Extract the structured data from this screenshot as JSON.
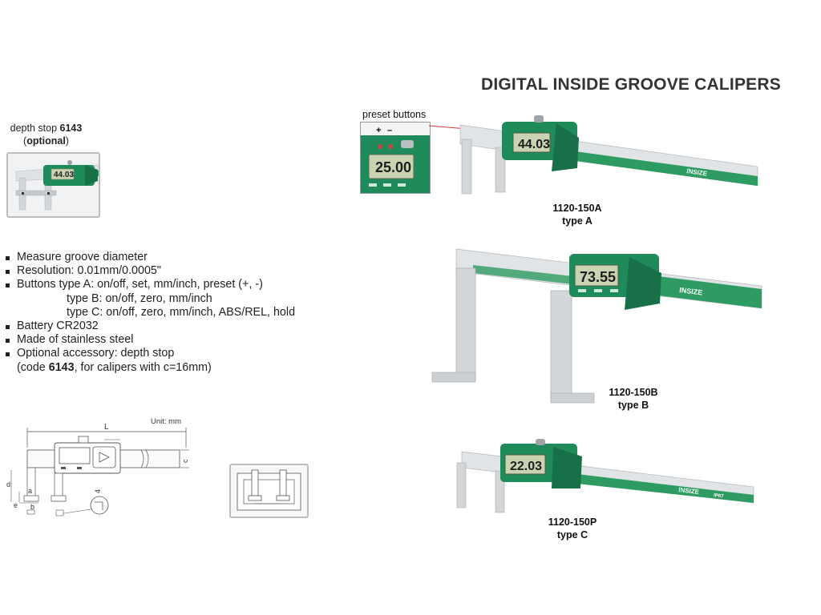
{
  "title": "DIGITAL INSIDE GROOVE CALIPERS",
  "depth_stop": {
    "prefix": "depth stop ",
    "code": "6143",
    "open": "(",
    "optional": "optional",
    "close": ")"
  },
  "preset": {
    "label": "preset buttons",
    "plus": "+",
    "minus": "–",
    "display": "25.00"
  },
  "models": [
    {
      "code": "1120-150A",
      "type": "type A",
      "display": "44.03",
      "brand": "INSIZE"
    },
    {
      "code": "1120-150B",
      "type": "type B",
      "display": "73.55",
      "brand": "INSIZE"
    },
    {
      "code": "1120-150P",
      "type": "type C",
      "display": "22.03",
      "brand": "INSIZE",
      "rating": "IP67"
    }
  ],
  "features": [
    "Measure groove diameter",
    "Resolution: 0.01mm/0.0005\"",
    "Buttons type A: on/off, set, mm/inch, preset (+, -)",
    "type B: on/off, zero, mm/inch",
    "type C: on/off, zero, mm/inch, ABS/REL, hold",
    "Battery CR2032",
    "Made of stainless steel",
    "Optional accessory: depth stop"
  ],
  "accessory_note": {
    "pre": "(code ",
    "code": "6143",
    "post": ", for calipers with c=16mm)"
  },
  "drawing": {
    "unit": "Unit: mm",
    "L": "L",
    "c": "c",
    "d": "d",
    "a": "a",
    "e": "e",
    "b": "b",
    "angle": "4"
  },
  "colors": {
    "body_green": "#1f8a5a",
    "scale_green": "#2e9b62",
    "steel": "#d9dcdf",
    "lcd": "#c9d3b2"
  }
}
